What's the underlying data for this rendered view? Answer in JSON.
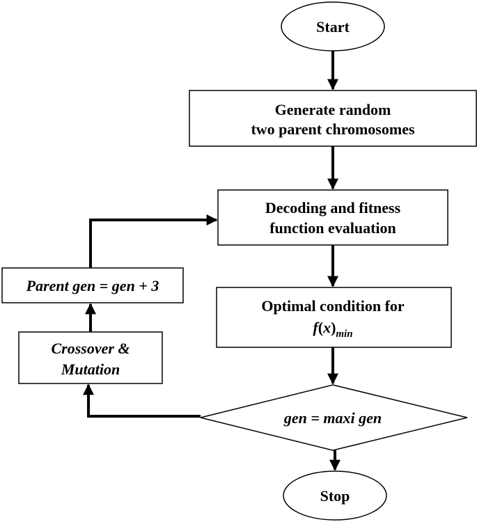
{
  "nodes": {
    "start": "Start",
    "generate": [
      "Generate random",
      "two parent chromosomes"
    ],
    "decode": [
      "Decoding and fitness",
      "function evaluation"
    ],
    "optimal": {
      "line1": "Optimal condition for",
      "f": "f",
      "lparen": "(",
      "x": "x",
      "rparen": ")",
      "sub": "min"
    },
    "decision": "gen = maxi gen",
    "crossover": [
      "Crossover &",
      "Mutation"
    ],
    "parent_gen": "Parent gen = gen + 3",
    "stop": "Stop"
  }
}
